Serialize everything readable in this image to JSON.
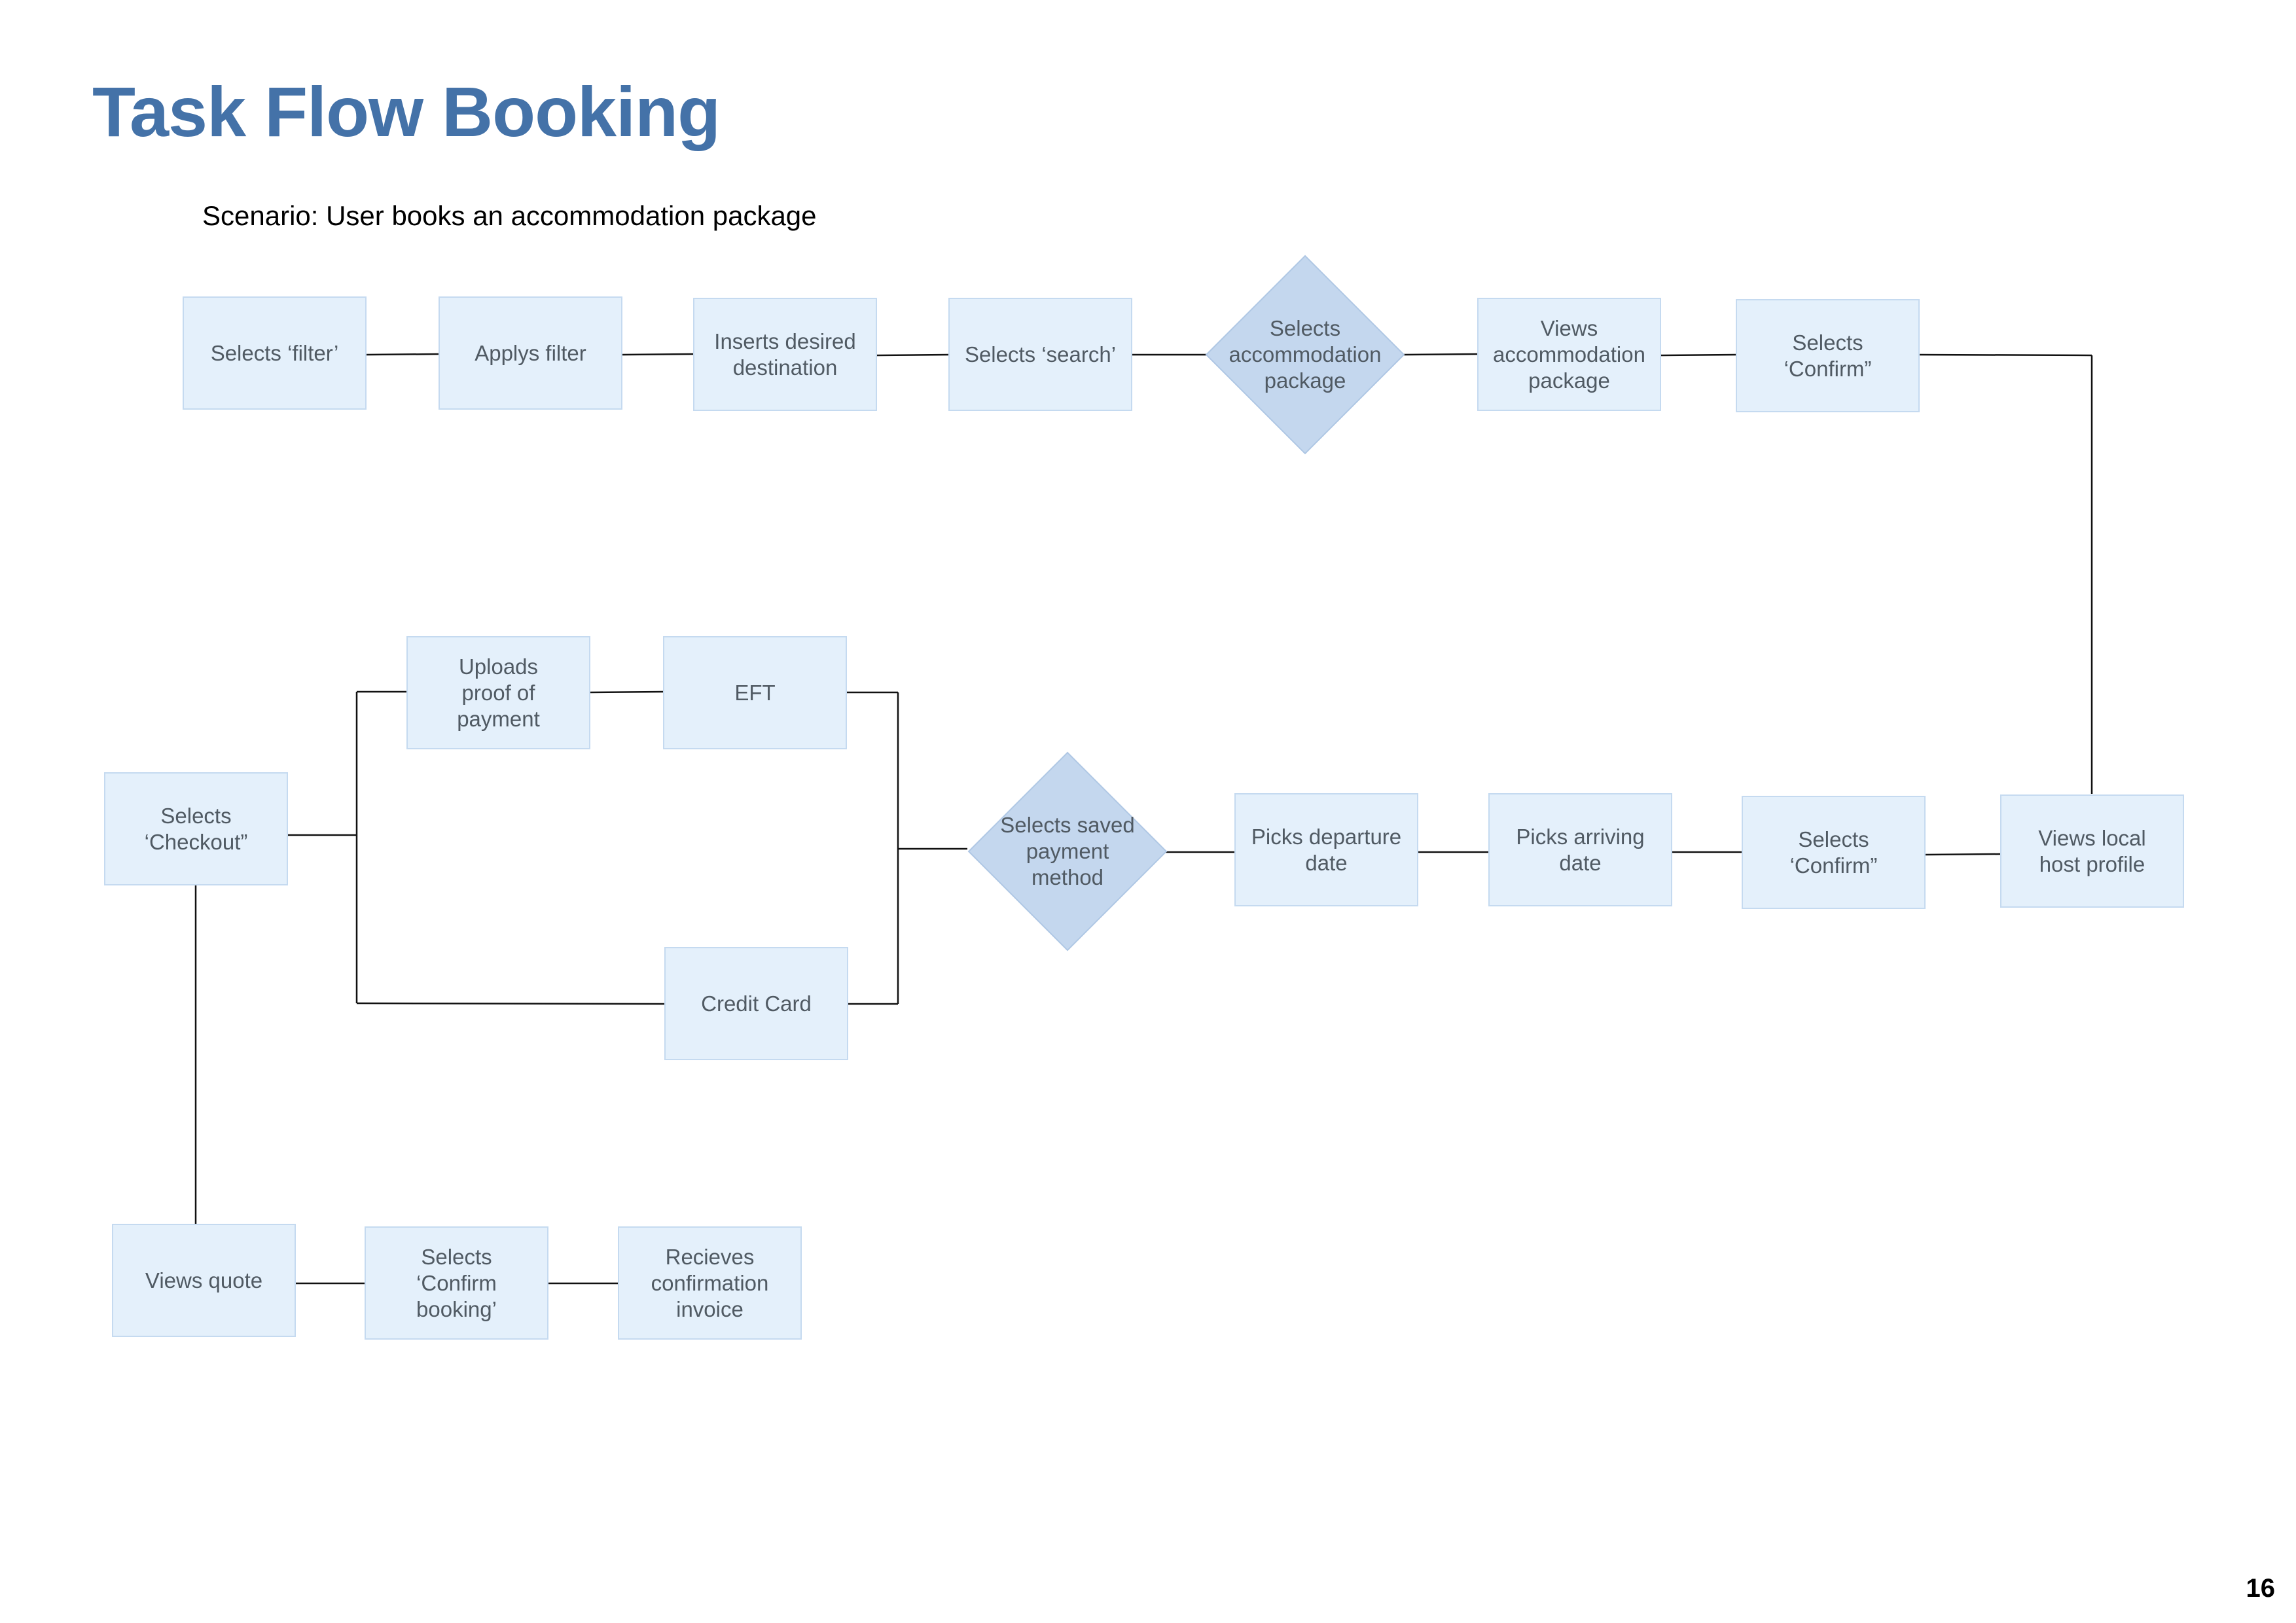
{
  "title": "Task Flow Booking",
  "scenario": "Scenario: User books an accommodation package",
  "page_number": "16",
  "colors": {
    "title": "#4472a8",
    "box_fill": "#e4f0fb",
    "box_border": "#c5daf0",
    "decision_fill": "#c4d7ee",
    "connector": "#111111",
    "node_text": "#505a63"
  },
  "nodes": {
    "selects_filter": "Selects ‘filter’",
    "applys_filter": "Applys filter",
    "inserts_destination": "Inserts desired\ndestination",
    "selects_search": "Selects ‘search’",
    "selects_package": "Selects\naccommodation\npackage",
    "views_package": "Views\naccommodation\npackage",
    "selects_confirm_1": "Selects\n‘Confirm”",
    "views_host_profile": "Views local\nhost profile",
    "selects_confirm_2": "Selects\n‘Confirm”",
    "picks_arriving": "Picks arriving\ndate",
    "picks_departure": "Picks departure\ndate",
    "selects_payment_method": "Selects saved\npayment\nmethod",
    "eft": "EFT",
    "uploads_proof": "Uploads\nproof of\npayment",
    "credit_card": "Credit Card",
    "selects_checkout": "Selects\n‘Checkout”",
    "views_quote": "Views quote",
    "selects_confirm_booking": "Selects\n‘Confirm\nbooking’",
    "receives_invoice": "Recieves\nconfirmation\ninvoice"
  }
}
